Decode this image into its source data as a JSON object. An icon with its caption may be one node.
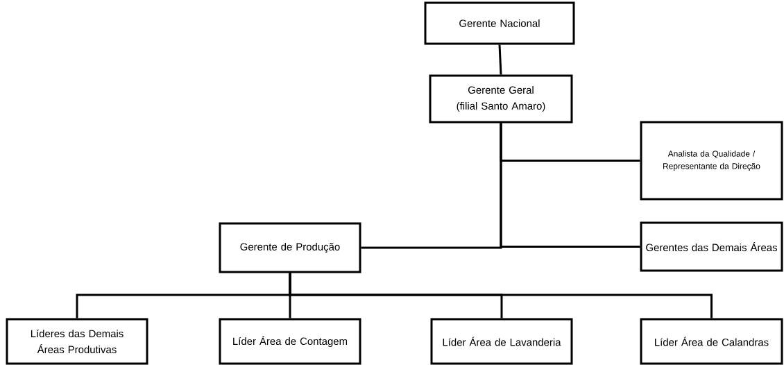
{
  "diagram": {
    "nodes": [
      {
        "text": [
          "Gerente Nacional"
        ]
      },
      {
        "text": [
          "Gerente Geral (filial Santo Amaro)"
        ]
      },
      {
        "text": [
          "Analista da Qualidade / Representante da Direção"
        ]
      },
      {
        "text": [
          "Gerente de Produção"
        ]
      },
      {
        "text": [
          "Gerentes das Demais Áreas"
        ]
      },
      {
        "text": [
          "Líderes das Demais Áreas Produtivas"
        ]
      },
      {
        "text": [
          "Líder Área de Contagem"
        ]
      },
      {
        "text": [
          "Líder Área de Lavanderia"
        ]
      },
      {
        "text": [
          "Líder Área de Calandras"
        ]
      }
    ],
    "edges": [
      {
        "from": 0,
        "to": 1,
        "arrow": "none"
      },
      {
        "from": 1,
        "to": 2,
        "arrow": "none"
      },
      {
        "from": 1,
        "to": 3,
        "arrow": "none"
      },
      {
        "from": 1,
        "to": 4,
        "arrow": "none"
      },
      {
        "from": 3,
        "to": 5,
        "arrow": "none"
      },
      {
        "from": 3,
        "to": 6,
        "arrow": "none"
      },
      {
        "from": 3,
        "to": 7,
        "arrow": "none"
      },
      {
        "from": 3,
        "to": 8,
        "arrow": "none"
      }
    ]
  }
}
